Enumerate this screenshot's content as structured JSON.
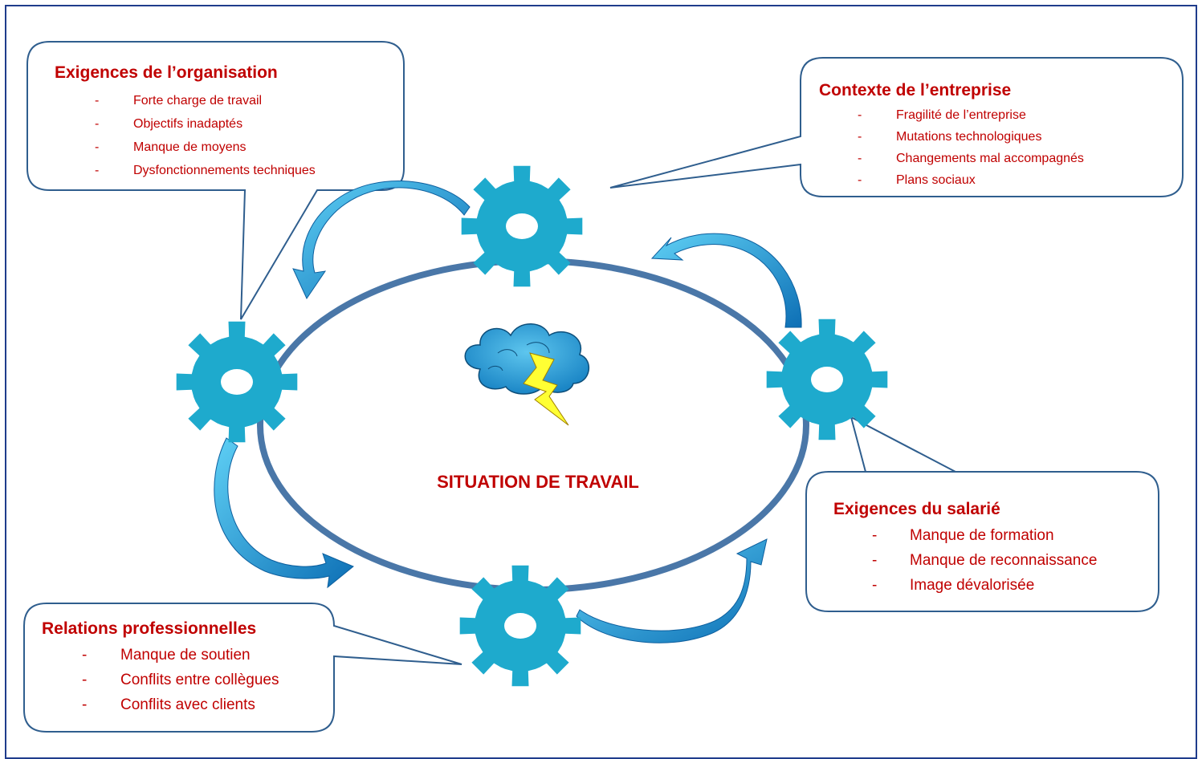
{
  "center_label": "SITUATION DE TRAVAIL",
  "colors": {
    "text_red": "#c00000",
    "gear_fill": "#1eaacd",
    "ellipse_stroke": "#4a77a8",
    "arrow_fill": "#1e90d2",
    "frame_border": "#1f3c8c",
    "cloud_fill": "#2ea0d8",
    "lightning_fill": "#ffff33"
  },
  "icons": [
    "gear-icon",
    "storm-cloud-icon",
    "lightning-icon",
    "curved-arrow-icon"
  ],
  "callouts": {
    "organisation": {
      "title": "Exigences de l’organisation",
      "items": [
        "Forte charge de travail",
        "Objectifs inadaptés",
        "Manque de moyens",
        "Dysfonctionnements techniques"
      ]
    },
    "entreprise": {
      "title": "Contexte de l’entreprise",
      "items": [
        "Fragilité de l’entreprise",
        "Mutations technologiques",
        "Changements mal accompagnés",
        "Plans sociaux"
      ]
    },
    "salarie": {
      "title": "Exigences du salarié",
      "items": [
        "Manque de formation",
        "Manque de reconnaissance",
        "Image dévalorisée"
      ]
    },
    "relations": {
      "title": "Relations professionnelles",
      "items": [
        "Manque de soutien",
        "Conflits entre collègues",
        "Conflits avec clients"
      ]
    }
  },
  "bullet_marker": "-"
}
